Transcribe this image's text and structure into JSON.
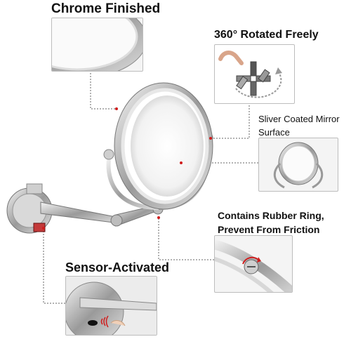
{
  "features": {
    "chrome": {
      "label": "Chrome Finished"
    },
    "rotate": {
      "label": "360°  Rotated Freely"
    },
    "sliver": {
      "label": "Sliver Coated Mirror Surface"
    },
    "rubber": {
      "line1": "Contains Rubber Ring,",
      "line2": "Prevent From Friction"
    },
    "sensor": {
      "label": "Sensor-Activated"
    }
  },
  "colors": {
    "chrome_light": "#e6e6e6",
    "chrome_dark": "#8a8a8a",
    "led_glow": "#fdfdfd",
    "accent_red": "#d01c1c",
    "leader_line": "#666666"
  }
}
